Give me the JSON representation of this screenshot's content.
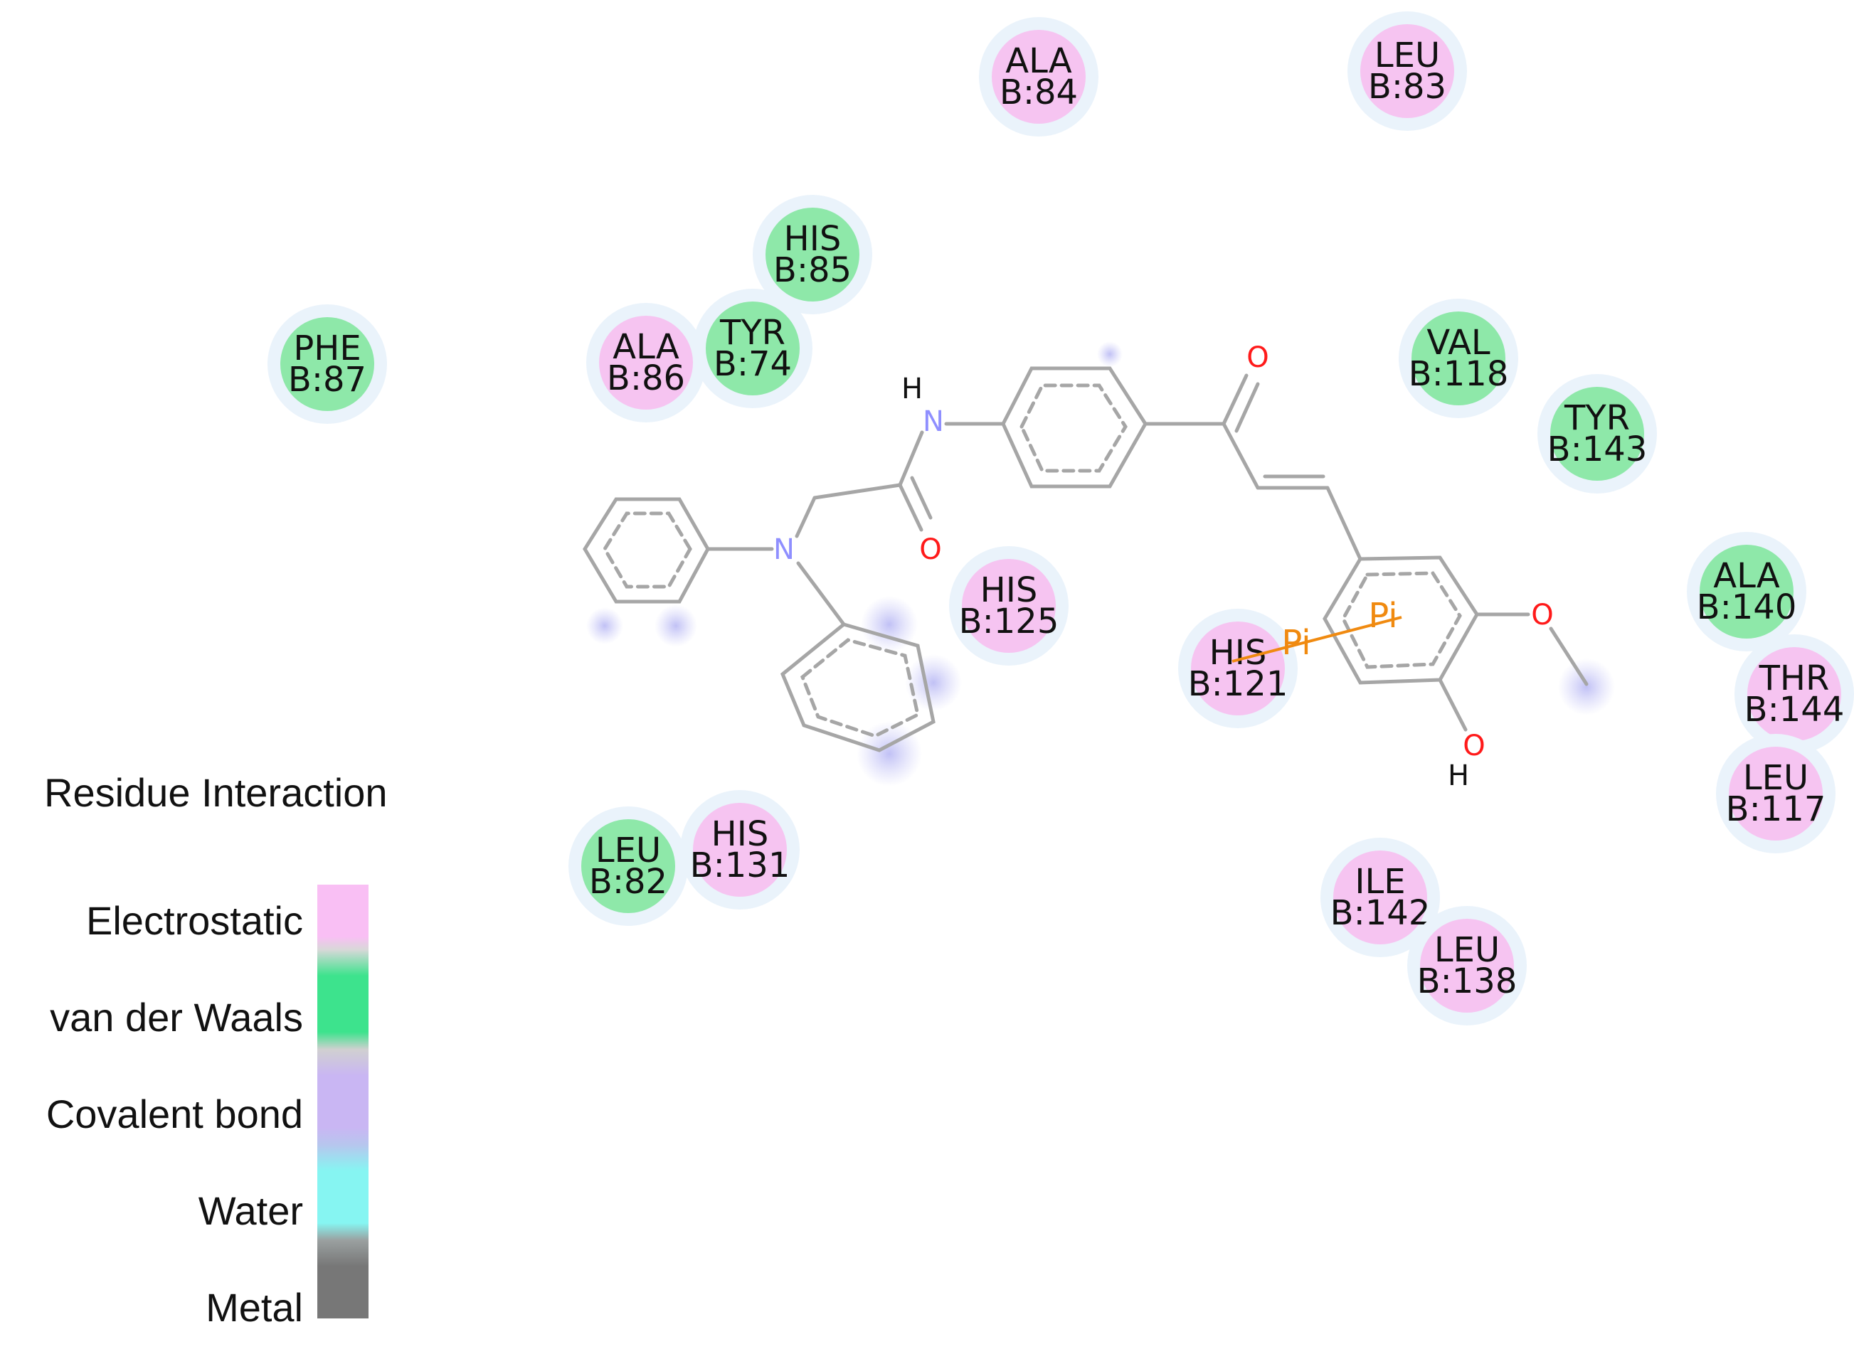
{
  "legend": {
    "title": "Residue Interaction",
    "items": [
      {
        "label": "Electrostatic",
        "color": "#f9bff4"
      },
      {
        "label": "van der Waals",
        "color": "#3de38d"
      },
      {
        "label": "Covalent bond",
        "color": "#c9b6f3"
      },
      {
        "label": "Water",
        "color": "#86f5f2"
      },
      {
        "label": "Metal",
        "color": "#777777"
      }
    ]
  },
  "colors": {
    "electrostatic": "#f6c4f1",
    "van_der_waals": "#8ee8a9",
    "halo": "#eaf3fb",
    "bond": "#a6a6a6",
    "nitrogen": "#8f8fff",
    "oxygen": "#ff1a1a",
    "pi_interaction": "#f08a10"
  },
  "residues": [
    {
      "name": "ALA",
      "id": "B:84",
      "interaction": "Electrostatic"
    },
    {
      "name": "LEU",
      "id": "B:83",
      "interaction": "Electrostatic"
    },
    {
      "name": "HIS",
      "id": "B:85",
      "interaction": "van der Waals"
    },
    {
      "name": "PHE",
      "id": "B:87",
      "interaction": "van der Waals"
    },
    {
      "name": "ALA",
      "id": "B:86",
      "interaction": "Electrostatic"
    },
    {
      "name": "TYR",
      "id": "B:74",
      "interaction": "van der Waals"
    },
    {
      "name": "VAL",
      "id": "B:118",
      "interaction": "van der Waals"
    },
    {
      "name": "TYR",
      "id": "B:143",
      "interaction": "van der Waals"
    },
    {
      "name": "ALA",
      "id": "B:140",
      "interaction": "van der Waals"
    },
    {
      "name": "THR",
      "id": "B:144",
      "interaction": "Electrostatic"
    },
    {
      "name": "LEU",
      "id": "B:117",
      "interaction": "Electrostatic"
    },
    {
      "name": "HIS",
      "id": "B:125",
      "interaction": "Electrostatic"
    },
    {
      "name": "HIS",
      "id": "B:121",
      "interaction": "Electrostatic"
    },
    {
      "name": "LEU",
      "id": "B:82",
      "interaction": "van der Waals"
    },
    {
      "name": "HIS",
      "id": "B:131",
      "interaction": "Electrostatic"
    },
    {
      "name": "ILE",
      "id": "B:142",
      "interaction": "Electrostatic"
    },
    {
      "name": "LEU",
      "id": "B:138",
      "interaction": "Electrostatic"
    }
  ],
  "atoms": {
    "amide_h": "H",
    "amide_n": "N",
    "amine_n": "N",
    "amide_o": "O",
    "ketone_o": "O",
    "methoxy_o": "O",
    "hydroxyl_o": "O",
    "hydroxyl_h": "H"
  },
  "pi_labels": [
    "Pi",
    "Pi"
  ]
}
